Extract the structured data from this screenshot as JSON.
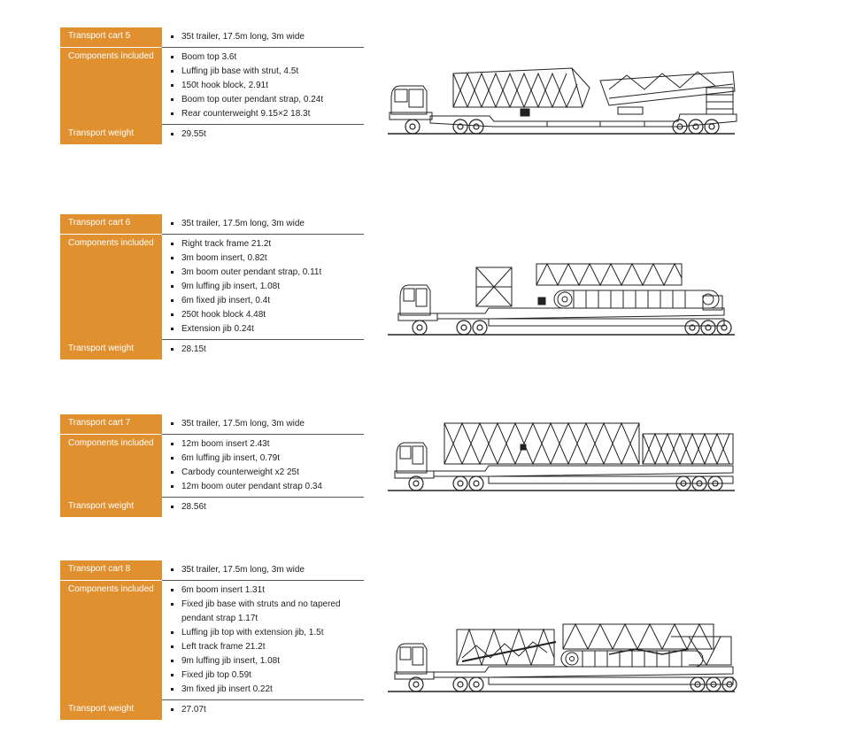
{
  "labels": {
    "components": "Components included",
    "weight": "Transport weight"
  },
  "carts": [
    {
      "title": "Transport cart 5",
      "trailer": "35t trailer, 17.5m long, 3m wide",
      "components": [
        "Boom top 3.6t",
        "Luffing jib base with strut, 4.5t",
        "150t hook block, 2.91t",
        "Boom top outer pendant strap, 0.24t",
        "Rear counterweight 9.15×2 18.3t"
      ],
      "weight": "29.55t"
    },
    {
      "title": "Transport cart 6",
      "trailer": "35t trailer, 17.5m long, 3m wide",
      "components": [
        "Right track frame 21.2t",
        "3m boom insert, 0.82t",
        "3m boom outer pendant strap, 0.11t",
        "9m luffing jib insert, 1.08t",
        "6m fixed jib insert, 0.4t",
        "250t hook block 4.48t",
        "Extension jib 0.24t"
      ],
      "weight": "28.15t"
    },
    {
      "title": "Transport cart 7",
      "trailer": "35t trailer, 17.5m long, 3m wide",
      "components": [
        "12m boom insert 2.43t",
        "6m luffing jib insert, 0.79t",
        "Carbody counterweight x2 25t",
        "12m boom outer pendant strap 0.34"
      ],
      "weight": "28.56t"
    },
    {
      "title": "Transport cart 8",
      "trailer": "35t trailer, 17.5m long, 3m wide",
      "components": [
        "6m boom insert 1.31t",
        "Fixed jib base with struts and no tapered pendant strap 1.17t",
        "Luffing jib top with extension jib, 1.5t",
        "Left track frame 21.2t",
        "9m luffing jib insert, 1.08t",
        "Fixed jib top 0.59t",
        "3m fixed jib insert 0.22t"
      ],
      "weight": "27.07t"
    }
  ]
}
